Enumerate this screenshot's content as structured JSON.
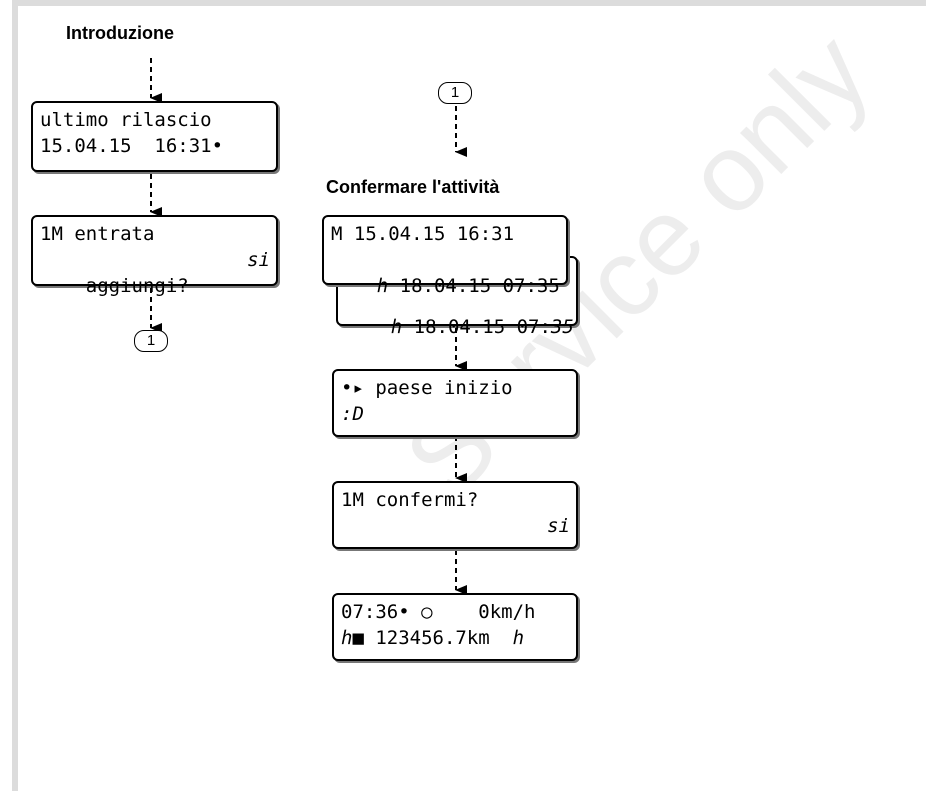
{
  "headings": {
    "left": "Introduzione",
    "right": "Confermare l'attività"
  },
  "connector_label": "1",
  "watermark": "Service only",
  "displays": {
    "ultimo_rilascio": {
      "line1": "ultimo rilascio",
      "line2": "15.04.15  16:31•"
    },
    "entrata": {
      "line1": "1M entrata",
      "line2": "aggiungi?",
      "value": "si"
    },
    "attivita_front": {
      "line1": "M 15.04.15 16:31",
      "line2_icon": "ℎ",
      "line2": " 18.04.15 07:35"
    },
    "attivita_back": {
      "line1": "M 15.04.15 16:31",
      "line2": "ℎ 18.04.15 07:",
      "line2_italic": "35"
    },
    "paese": {
      "line1": "•▸ paese inizio",
      "line2": ":D"
    },
    "confermi": {
      "line1": "1M confermi?",
      "value": "si"
    },
    "standard": {
      "line1": "07:36• ○    0km/h",
      "line2": "ℎ■ 123456.7km  ℎ"
    }
  }
}
